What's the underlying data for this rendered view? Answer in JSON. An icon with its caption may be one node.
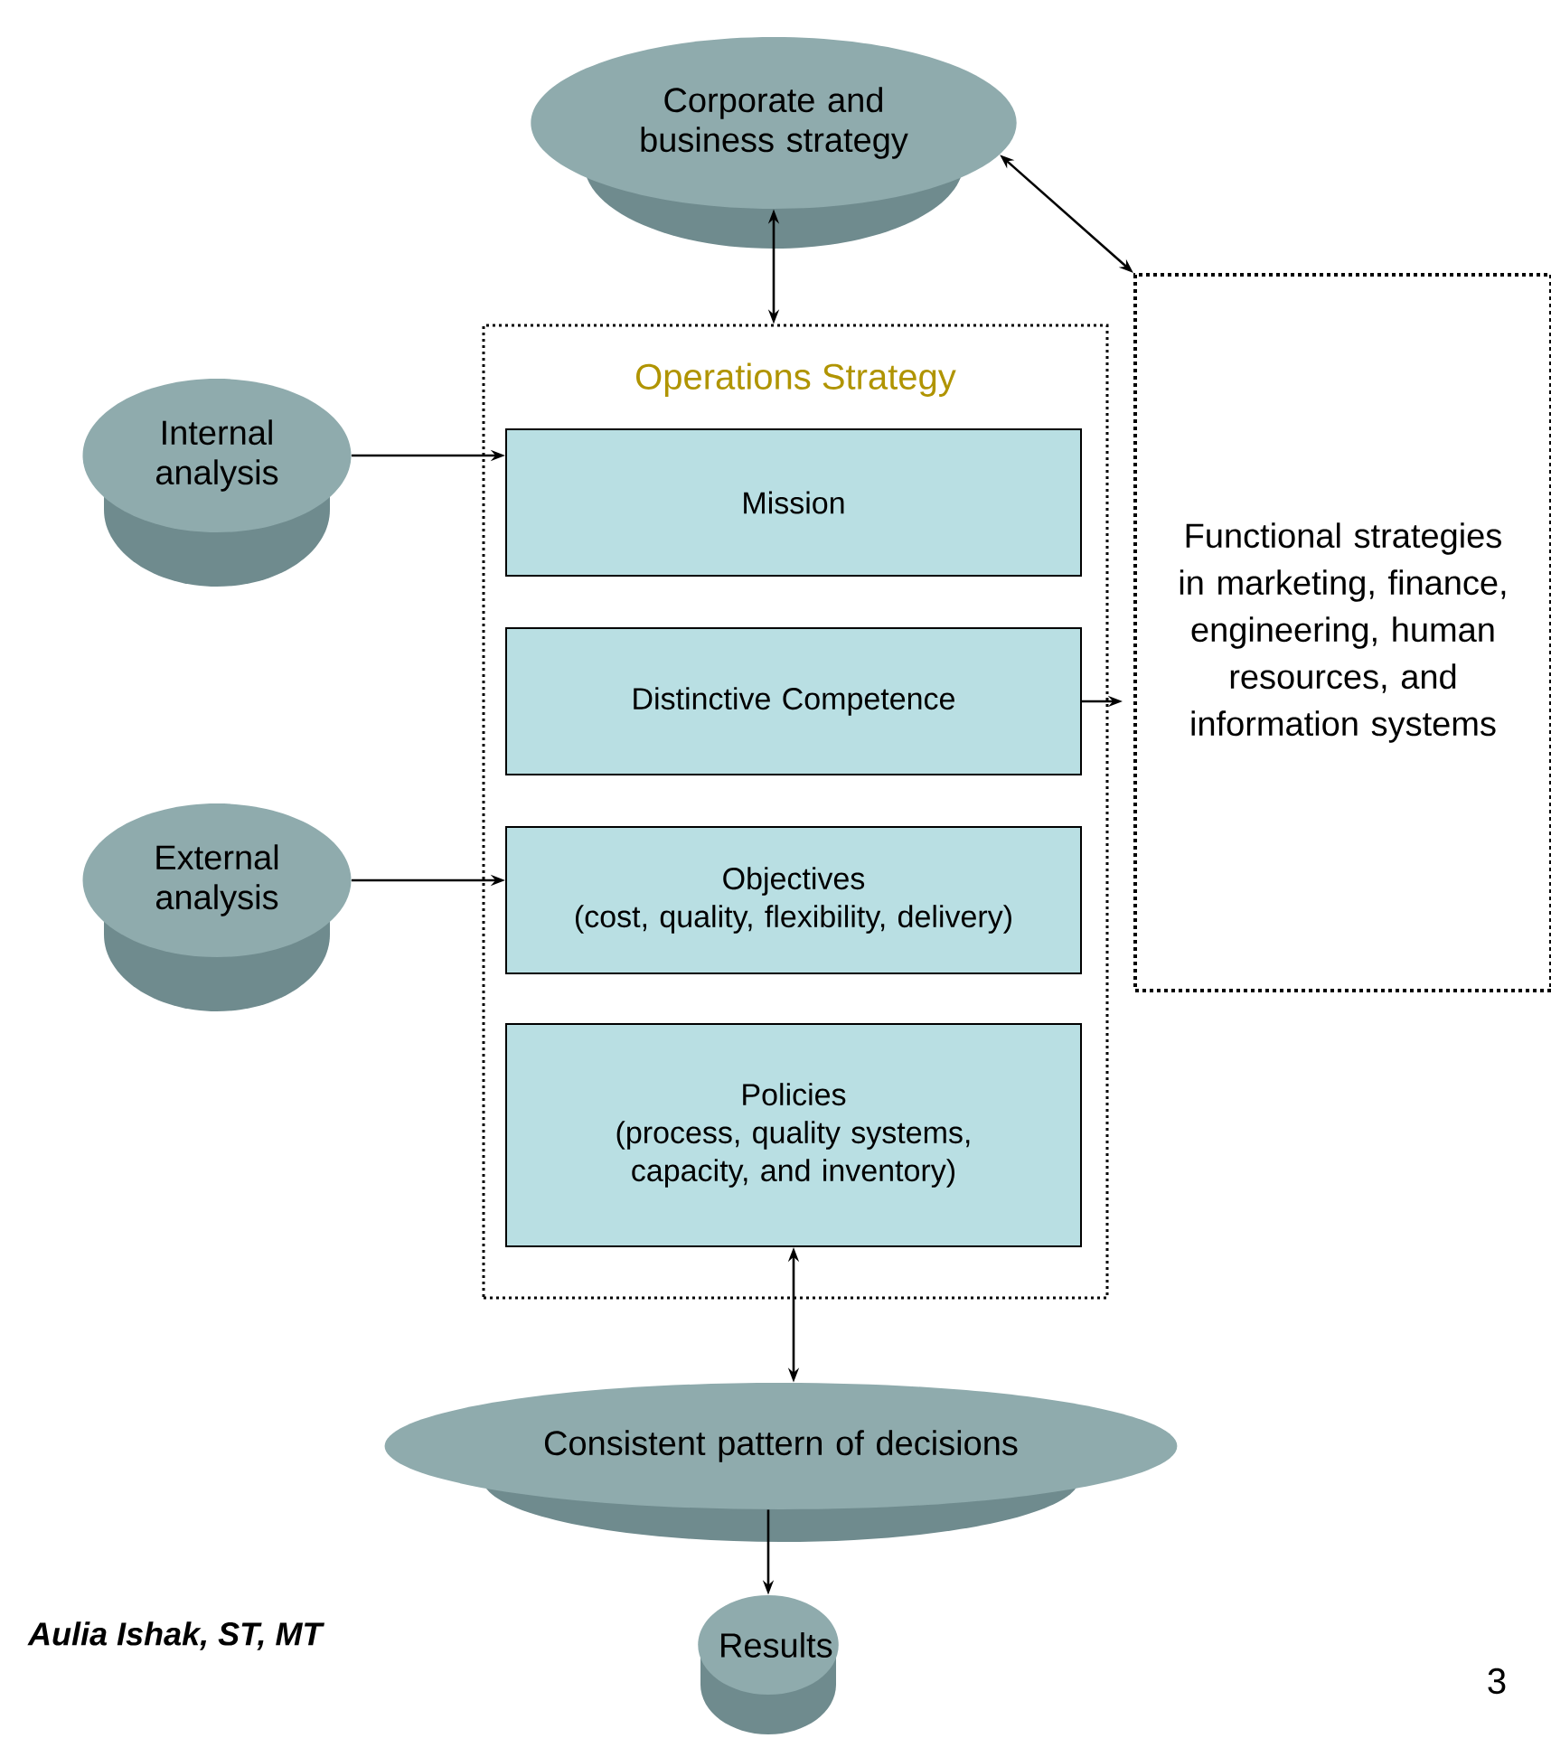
{
  "diagram": {
    "nodes": [
      {
        "text": [
          "Corporate and business strategy"
        ]
      },
      {
        "text": [
          "Operations Strategy"
        ]
      },
      {
        "text": [
          "Mission"
        ],
        "in": 1
      },
      {
        "text": [
          "Distinctive Competence"
        ],
        "in": 1
      },
      {
        "text": [
          "Objectives",
          "(cost, quality, flexibility, delivery)"
        ],
        "in": 1
      },
      {
        "text": [
          "Policies",
          "(process, quality systems, capacity, and inventory)"
        ],
        "in": 1
      },
      {
        "text": [
          "Internal analysis"
        ]
      },
      {
        "text": [
          "External analysis"
        ]
      },
      {
        "text": [
          "Functional strategies in marketing, finance, engineering, human resources, and information systems"
        ]
      },
      {
        "text": [
          "Consistent pattern of decisions"
        ]
      },
      {
        "text": [
          "Results"
        ]
      }
    ],
    "edges": [
      {
        "from": 0,
        "to": 1,
        "arrow": "both"
      },
      {
        "from": 0,
        "to": 8,
        "arrow": "both"
      },
      {
        "from": 6,
        "to": 2,
        "arrow": "to"
      },
      {
        "from": 7,
        "to": 4,
        "arrow": "to"
      },
      {
        "from": 3,
        "to": 8,
        "arrow": "to"
      },
      {
        "from": 5,
        "to": 9,
        "arrow": "both"
      },
      {
        "from": 9,
        "to": 10,
        "arrow": "to"
      }
    ],
    "labels": [
      "Aulia Ishak, ST, MT",
      "3"
    ]
  }
}
